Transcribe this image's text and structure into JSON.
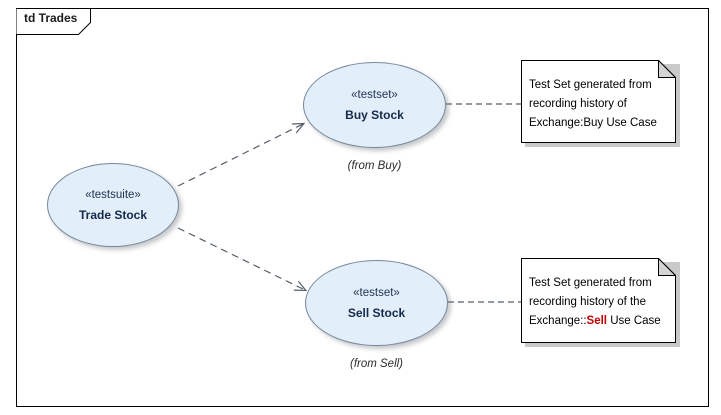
{
  "diagram": {
    "frame_label": "td Trades",
    "type": "UML Test Case / Use Case diagram",
    "background_color": "#ffffff",
    "frame_border_color": "#000000"
  },
  "style": {
    "node_fill": "#e2eef9",
    "node_border": "#77889c",
    "note_fill": "#ffffff",
    "note_border": "#000000",
    "note_fold_fill": "#d4d4d4",
    "shadow_color": "#c9c9c9",
    "link_color": "#555f6b",
    "highlight_color": "#c00000"
  },
  "nodes": [
    {
      "id": "trade-stock",
      "stereotype": "«testsuite»",
      "name": "Trade Stock",
      "sublabel": ""
    },
    {
      "id": "buy-stock",
      "stereotype": "«testset»",
      "name": "Buy Stock",
      "sublabel": "(from Buy)"
    },
    {
      "id": "sell-stock",
      "stereotype": "«testset»",
      "name": "Sell Stock",
      "sublabel": "(from Sell)"
    }
  ],
  "notes": [
    {
      "id": "note-buy",
      "lines": [
        "Test Set generated from",
        "recording history of",
        "Exchange:Buy Use Case"
      ],
      "highlight": ""
    },
    {
      "id": "note-sell",
      "lines": [
        "Test Set generated from",
        "recording history of the",
        ""
      ],
      "line3_prefix": "Exchange::",
      "line3_highlight": "Sell",
      "line3_suffix": " Use Case"
    }
  ],
  "connectors": [
    {
      "id": "trade-to-buy",
      "kind": "dependency",
      "style": "dashed",
      "arrowhead": "open",
      "from": "trade-stock",
      "to": "buy-stock"
    },
    {
      "id": "trade-to-sell",
      "kind": "dependency",
      "style": "dashed",
      "arrowhead": "open",
      "from": "trade-stock",
      "to": "sell-stock"
    },
    {
      "id": "buy-to-note",
      "kind": "note-anchor",
      "style": "dashed",
      "arrowhead": "none",
      "from": "buy-stock",
      "to": "note-buy"
    },
    {
      "id": "sell-to-note",
      "kind": "note-anchor",
      "style": "dashed",
      "arrowhead": "none",
      "from": "sell-stock",
      "to": "note-sell"
    }
  ]
}
